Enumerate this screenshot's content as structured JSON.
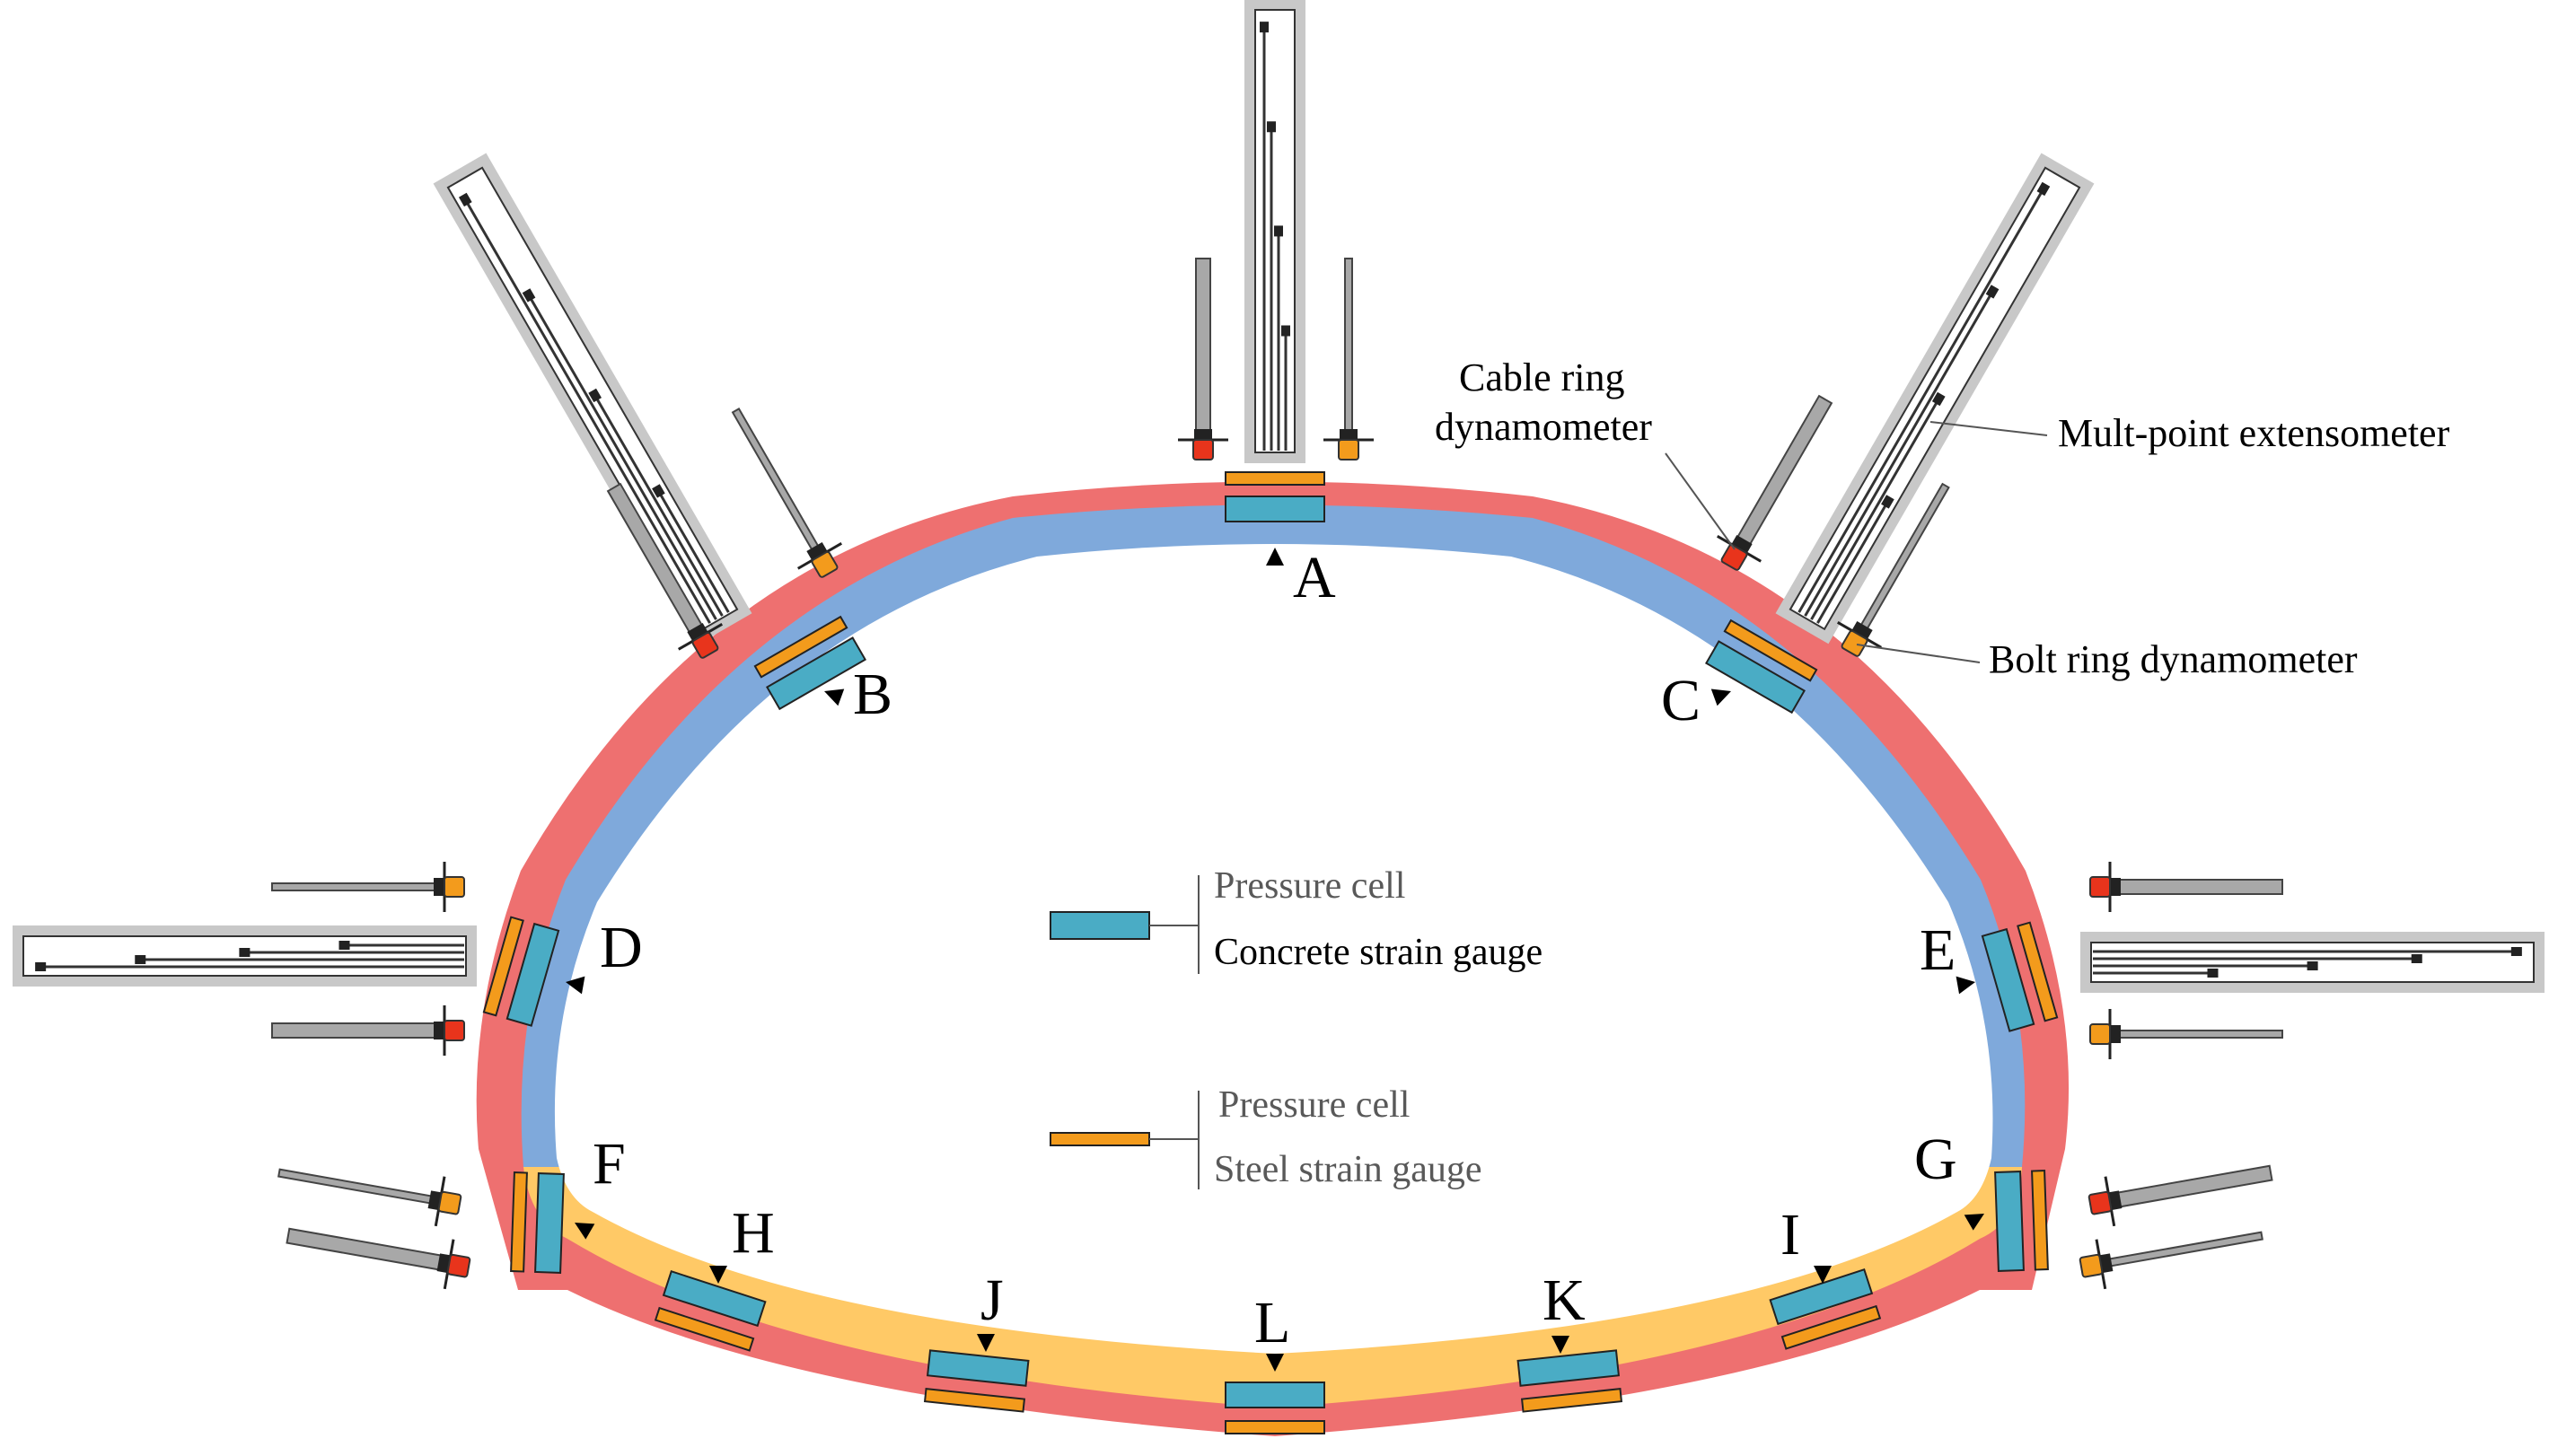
{
  "colors": {
    "outer_lining": "#ee7070",
    "crown_lining": "#7fa9db",
    "invert_lining": "#ffc966",
    "concrete_gauge": "#4aacc5",
    "steel_gauge": "#f39b1c",
    "cable_dynamometer": "#e8341c",
    "bolt_dynamometer": "#f39b1c",
    "bar_gray": "#a8a8a8",
    "frame_gray": "#c8c8c8",
    "legend_gray_text": "#595959"
  },
  "measurement_points": [
    "A",
    "B",
    "C",
    "D",
    "E",
    "F",
    "G",
    "H",
    "I",
    "J",
    "K",
    "L"
  ],
  "annotations": {
    "cable_ring_line1": "Cable ring",
    "cable_ring_line2": "dynamometer",
    "extensometer": "Mult-point extensometer",
    "bolt_ring": "Bolt ring dynamometer"
  },
  "legend": {
    "concrete": {
      "pressure_cell": "Pressure cell",
      "strain_gauge": "Concrete strain gauge"
    },
    "steel": {
      "pressure_cell": "Pressure cell",
      "strain_gauge": "Steel strain gauge"
    }
  },
  "icons": {
    "extensometer": "multi-point-extensometer-icon",
    "cable_dynamometer": "cable-ring-dynamometer-icon",
    "bolt_dynamometer": "bolt-ring-dynamometer-icon",
    "pointer": "triangle-pointer-icon"
  }
}
